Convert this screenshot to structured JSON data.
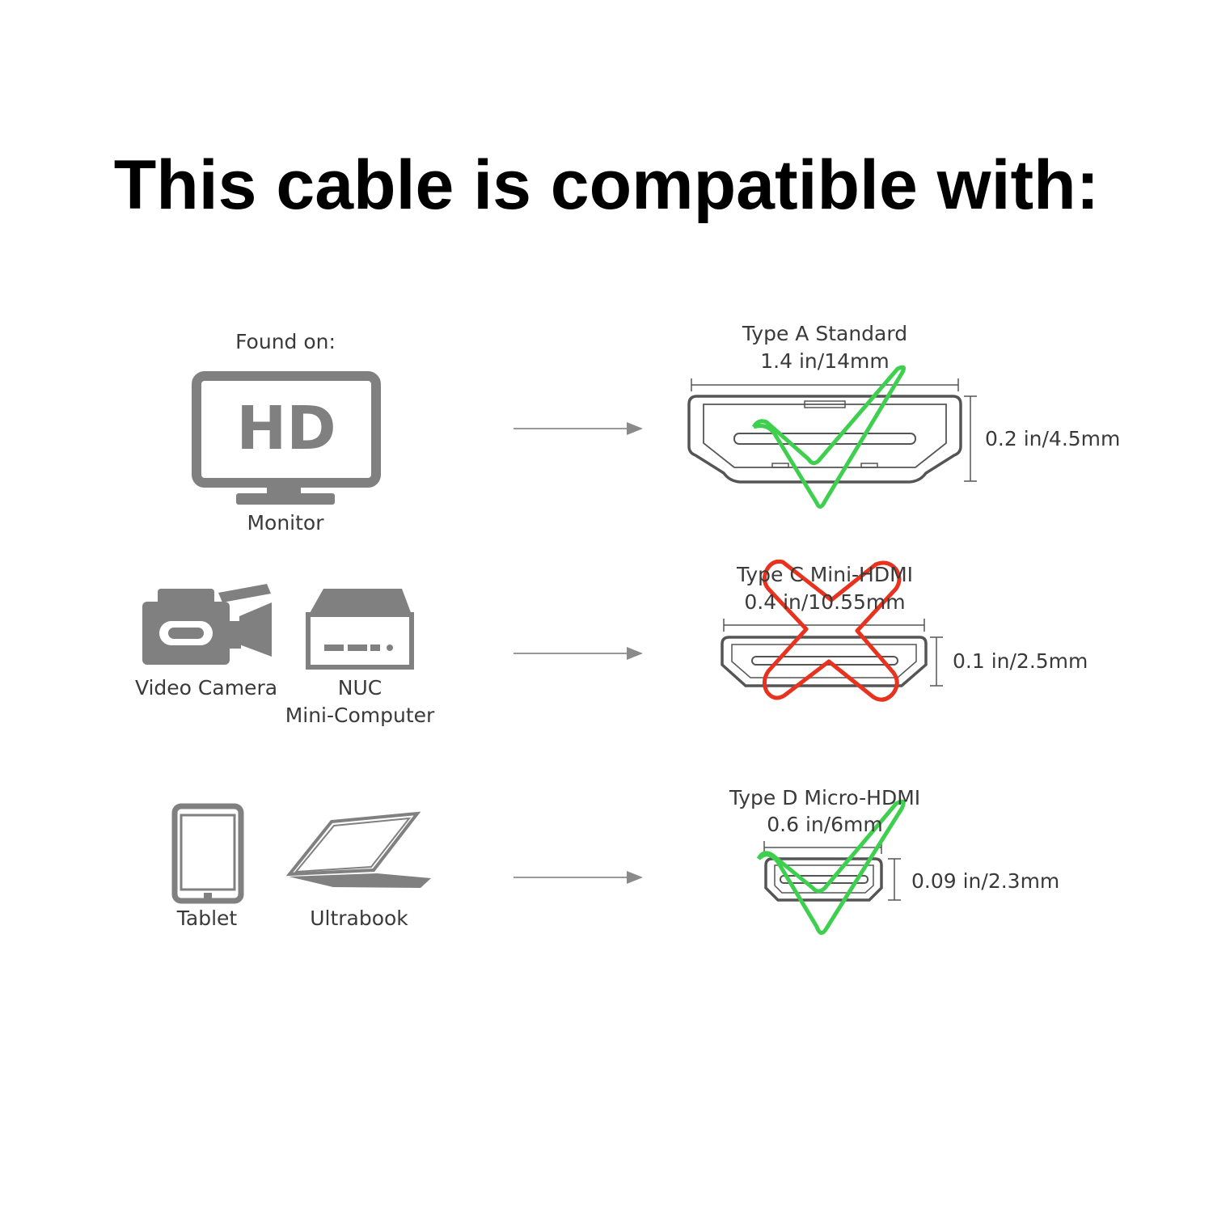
{
  "title": "This cable is compatible with:",
  "rows": [
    {
      "devices": [
        {
          "heading": "Found on:",
          "icon": "monitor-hd-icon",
          "screen_text": "HD",
          "label": "Monitor"
        }
      ],
      "connector": {
        "name": "Type A Standard",
        "width": "1.4 in/14mm",
        "height": "0.2 in/4.5mm",
        "compatible": true
      }
    },
    {
      "devices": [
        {
          "icon": "video-camera-icon",
          "label": "Video Camera"
        },
        {
          "icon": "nuc-computer-icon",
          "label_line1": "NUC",
          "label_line2": "Mini-Computer"
        }
      ],
      "connector": {
        "name": "Type C Mini-HDMI",
        "width": "0.4 in/10.55mm",
        "height": "0.1 in/2.5mm",
        "compatible": false
      }
    },
    {
      "devices": [
        {
          "icon": "tablet-icon",
          "label": "Tablet"
        },
        {
          "icon": "ultrabook-icon",
          "label": "Ultrabook"
        }
      ],
      "connector": {
        "name": "Type D Micro-HDMI",
        "width": "0.6 in/6mm",
        "height": "0.09 in/2.3mm",
        "compatible": true
      }
    }
  ],
  "colors": {
    "check": "#3fcf4f",
    "cross": "#e8321e",
    "icon": "#808080",
    "line": "#9a9a9a"
  }
}
